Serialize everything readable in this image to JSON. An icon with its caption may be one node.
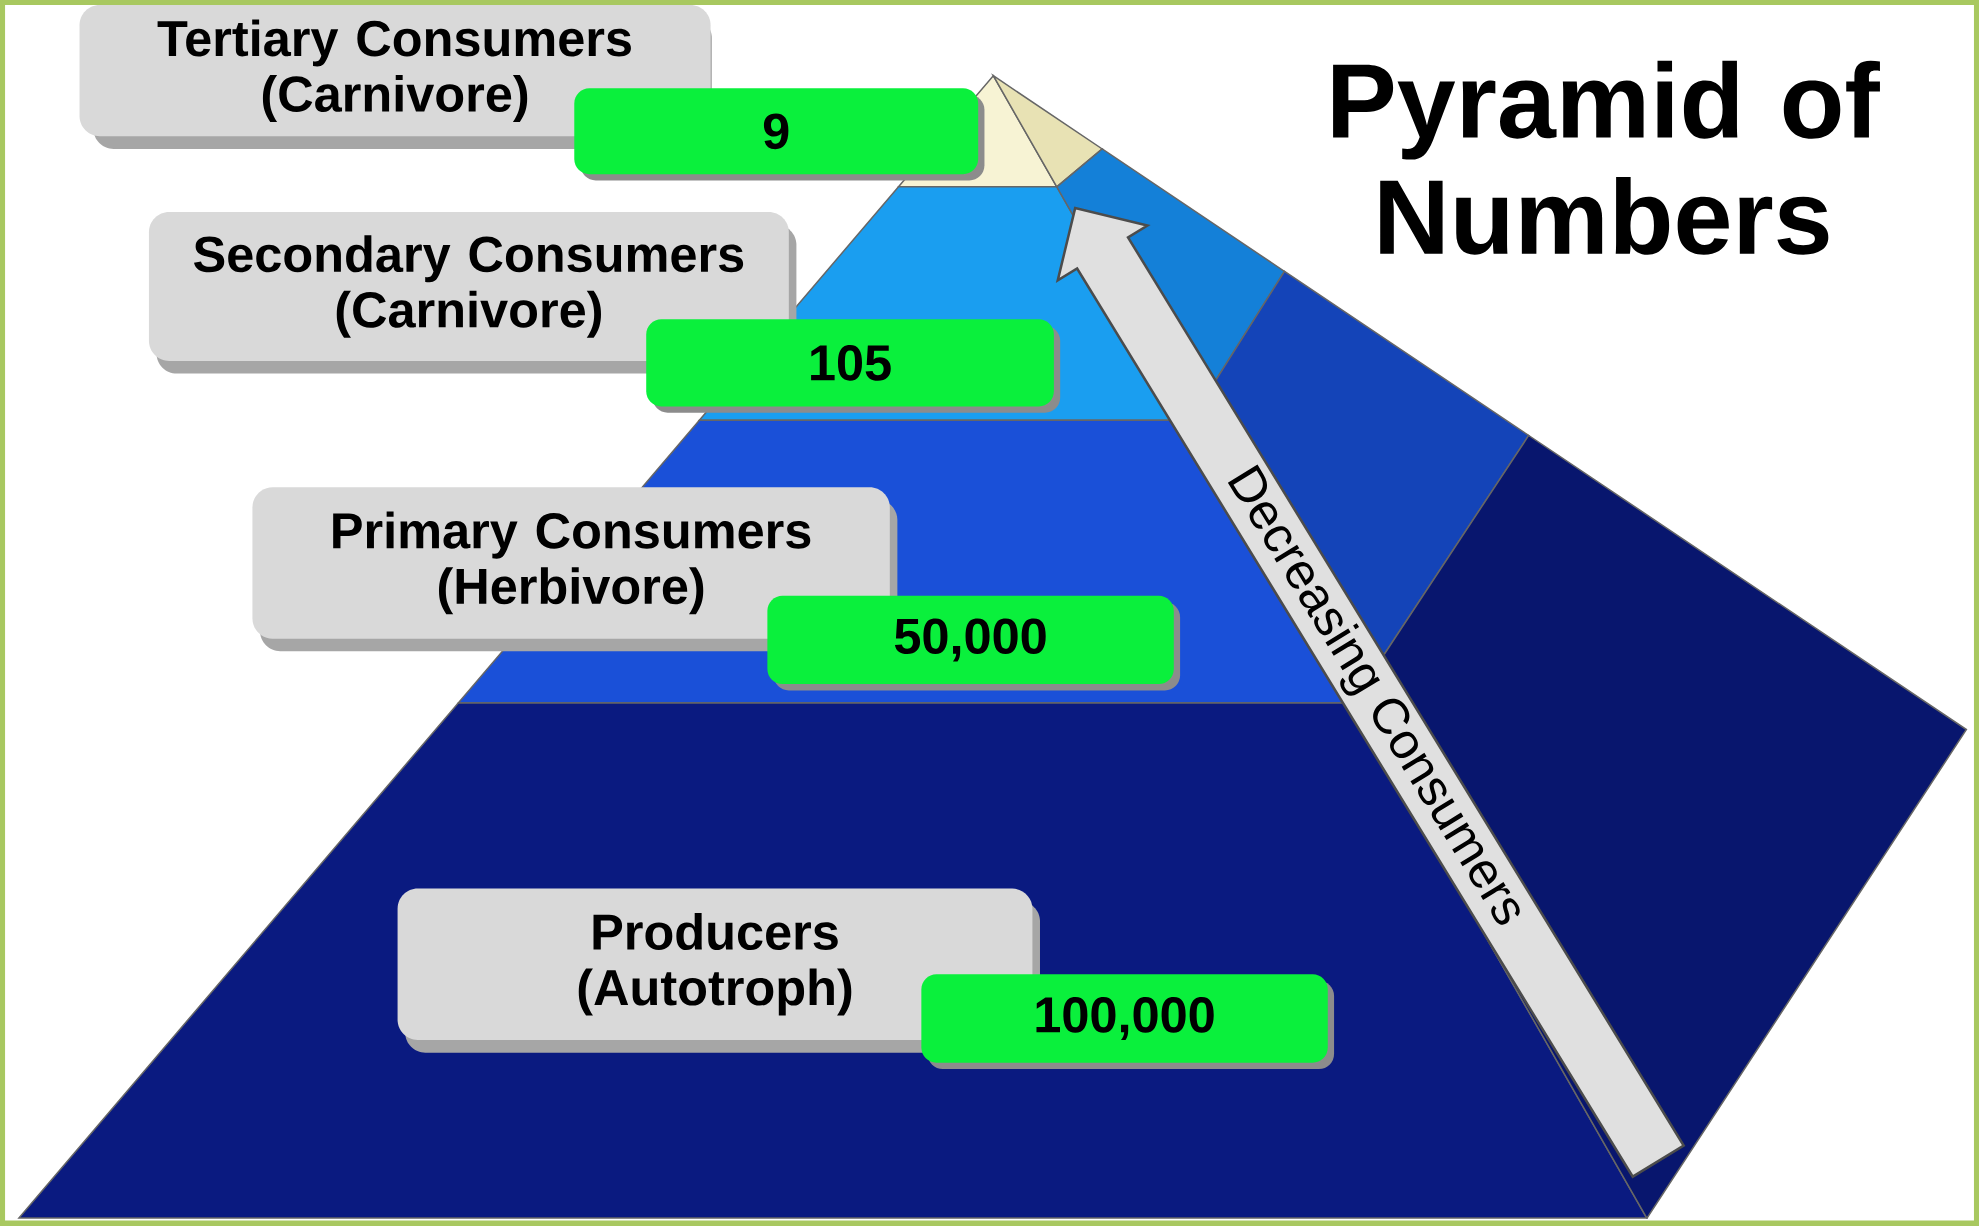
{
  "diagram": {
    "title": "Pyramid of Numbers",
    "nodes": [
      {
        "text": [
          "Tertiary Consumers (Carnivore)"
        ]
      },
      {
        "text": [
          "9"
        ]
      },
      {
        "text": [
          "Secondary Consumers (Carnivore)"
        ]
      },
      {
        "text": [
          "105"
        ]
      },
      {
        "text": [
          "Primary Consumers (Herbivore)"
        ]
      },
      {
        "text": [
          "50,000"
        ]
      },
      {
        "text": [
          "Producers (Autotroph)"
        ]
      },
      {
        "text": [
          "100,000"
        ]
      },
      {
        "text": [
          "Decreasing Consumers"
        ]
      }
    ]
  }
}
